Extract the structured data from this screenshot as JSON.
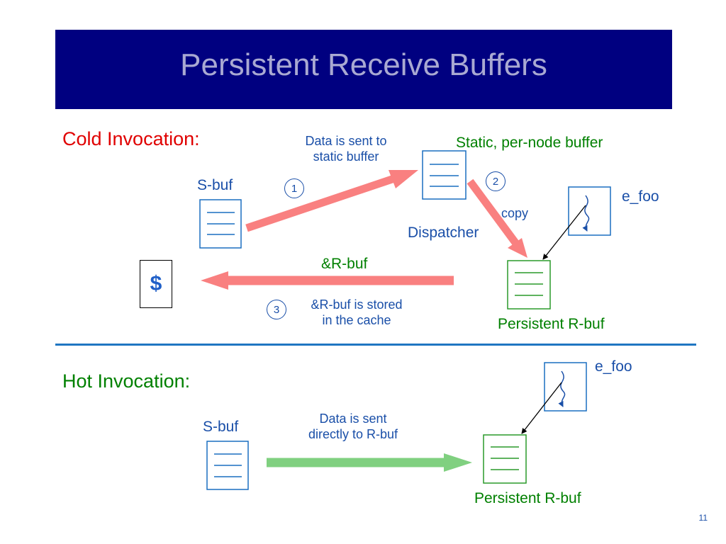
{
  "slide": {
    "title": "Persistent Receive Buffers",
    "page_number": "11"
  },
  "cold": {
    "heading": "Cold Invocation:",
    "sbuf_label": "S-buf",
    "step1_line1": "Data is sent to",
    "step1_line2": "static buffer",
    "step1_num": "1",
    "static_label": "Static, per-node buffer",
    "step2_num": "2",
    "copy_label": "copy",
    "dispatcher_label": "Dispatcher",
    "efoo_label": "e_foo",
    "rbuf_ref_label": "&R-buf",
    "step3_num": "3",
    "step3_line1": "&R-buf is stored",
    "step3_line2": "in the cache",
    "persistent_label": "Persistent R-buf",
    "cache_symbol": "$"
  },
  "hot": {
    "heading": "Hot Invocation:",
    "sbuf_label": "S-buf",
    "sent_line1": "Data is sent",
    "sent_line2": "directly to R-buf",
    "efoo_label": "e_foo",
    "persistent_label": "Persistent R-buf"
  },
  "colors": {
    "banner": "#000080",
    "title_text": "#a9a9d2",
    "cold_heading": "#e00000",
    "hot_heading": "#008000",
    "blue_text": "#1a4fa8",
    "red_arrow": "#f98080",
    "green_arrow": "#80d080"
  }
}
